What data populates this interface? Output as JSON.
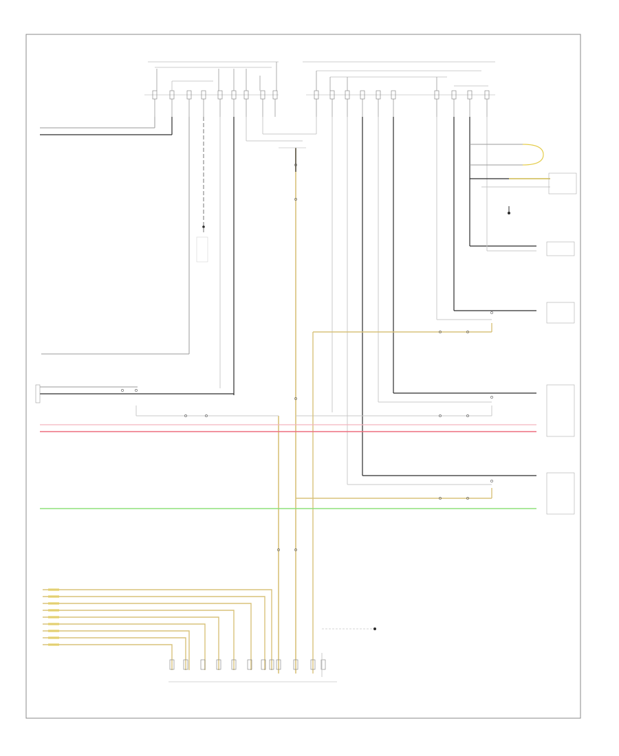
{
  "diagram": {
    "page_ref": "",
    "colors": {
      "black": "#2b2b2b",
      "gray": "#9a9a9a",
      "light_gray": "#c8c8c8",
      "tan": "#d8c27a",
      "yellow": "#e4cc4a",
      "red": "#ee6f7e",
      "pink": "#f4b3bd",
      "green": "#8ee07a",
      "frame": "#888888"
    },
    "components": [
      {
        "id": "top-left-connector",
        "label": ""
      },
      {
        "id": "top-right-connector",
        "label": ""
      },
      {
        "id": "left-sensor-box",
        "label": ""
      },
      {
        "id": "right-mid-component",
        "label": ""
      },
      {
        "id": "right-lower-component",
        "label": ""
      },
      {
        "id": "bottom-connector",
        "label": ""
      },
      {
        "id": "ground-point",
        "label": ""
      }
    ]
  }
}
